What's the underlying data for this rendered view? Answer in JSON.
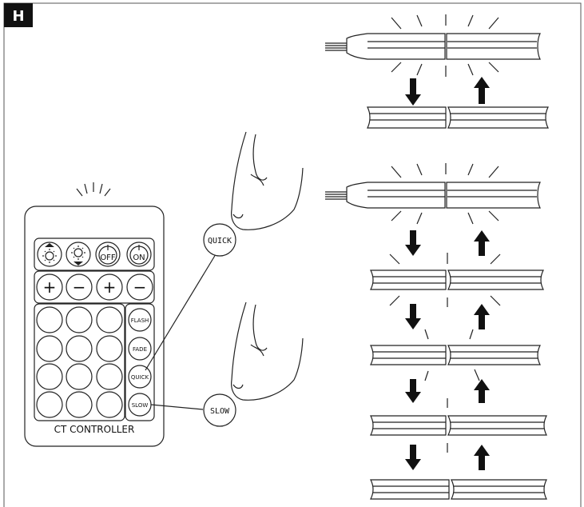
{
  "section": {
    "badge": "H"
  },
  "remote": {
    "title": "CT CONTROLLER",
    "top_buttons": [
      {
        "icon": "brightness-up-icon"
      },
      {
        "icon": "brightness-down-icon"
      },
      {
        "label": "OFF"
      },
      {
        "label": "ON"
      }
    ],
    "plus_minus": [
      "+",
      "−",
      "+",
      "−"
    ],
    "mode_buttons": [
      "FLASH",
      "FADE",
      "QUICK",
      "SLOW"
    ]
  },
  "callouts": {
    "quick": "QUICK",
    "slow": "SLOW"
  },
  "colors": {
    "badge_bg": "#111111",
    "line": "#222222"
  }
}
